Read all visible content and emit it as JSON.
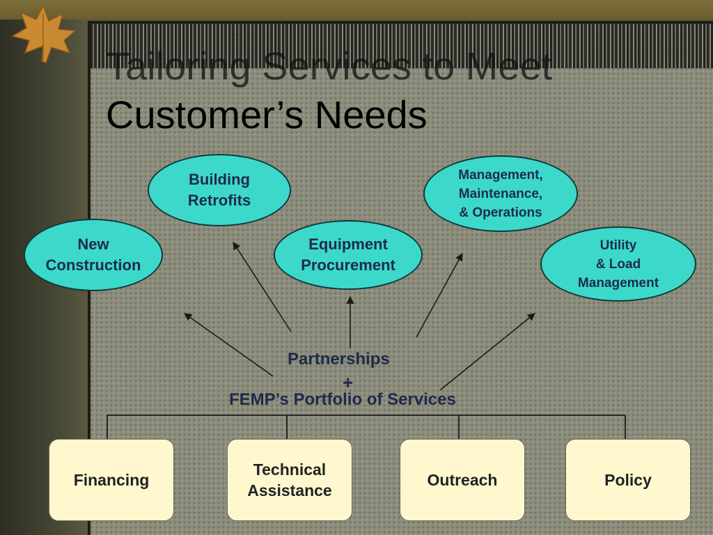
{
  "slide": {
    "title_line1": "Tailoring Services to Meet",
    "title_line2": "Customer’s Needs"
  },
  "outcomes": [
    {
      "label": "New\nConstruction"
    },
    {
      "label": "Building\nRetrofits"
    },
    {
      "label": "Equipment\nProcurement"
    },
    {
      "label": "Management,\nMaintenance,\n& Operations"
    },
    {
      "label": "Utility\n& Load\nManagement"
    }
  ],
  "hub": {
    "partnerships": "Partnerships",
    "plus": "+",
    "portfolio": "FEMP’s Portfolio of Services"
  },
  "services": [
    {
      "label": "Financing"
    },
    {
      "label": "Technical\nAssistance"
    },
    {
      "label": "Outreach"
    },
    {
      "label": "Policy"
    }
  ],
  "colors": {
    "oval_fill": "#3cd9cb",
    "box_fill": "#fff8cf",
    "text_navy": "#1e2a4a"
  }
}
